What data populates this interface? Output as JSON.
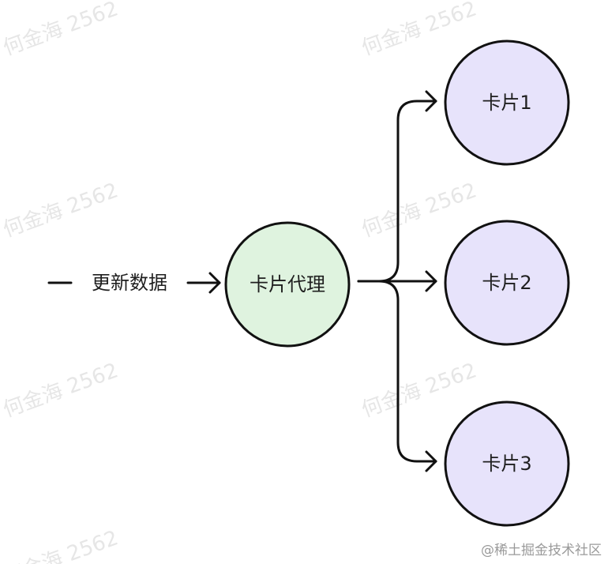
{
  "input": {
    "label": "更新数据"
  },
  "nodes": {
    "proxy": {
      "label": "卡片代理",
      "fill": "#dff3df"
    },
    "cards": [
      {
        "label": "卡片1",
        "fill": "#e7e3fb"
      },
      {
        "label": "卡片2",
        "fill": "#e7e3fb"
      },
      {
        "label": "卡片3",
        "fill": "#e7e3fb"
      }
    ]
  },
  "colors": {
    "stroke": "#111111"
  },
  "watermark": {
    "text": "何金海 2562"
  },
  "footer": {
    "text": "@稀土掘金技术社区"
  }
}
